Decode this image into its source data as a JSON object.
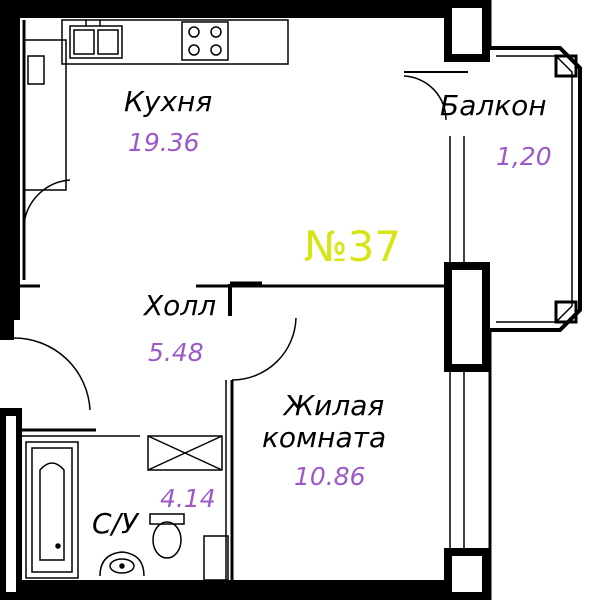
{
  "apartment": {
    "number_label": "№37"
  },
  "rooms": {
    "kitchen": {
      "name": "Кухня",
      "area": "19.36"
    },
    "balcony": {
      "name": "Балкон",
      "area": "1,20"
    },
    "hall": {
      "name": "Холл",
      "area": "5.48"
    },
    "living": {
      "name_line1": "Жилая",
      "name_line2": "комната",
      "area": "10.86"
    },
    "bathroom": {
      "name": "С/У",
      "area": "4.14"
    }
  },
  "colors": {
    "area_text": "#9b59c9",
    "apartment_number": "#d6e614",
    "walls": "#000000"
  },
  "icons": [
    "stove-icon",
    "sink-icon",
    "bathtub-icon",
    "toilet-icon",
    "washbasin-icon",
    "washing-machine-icon"
  ]
}
